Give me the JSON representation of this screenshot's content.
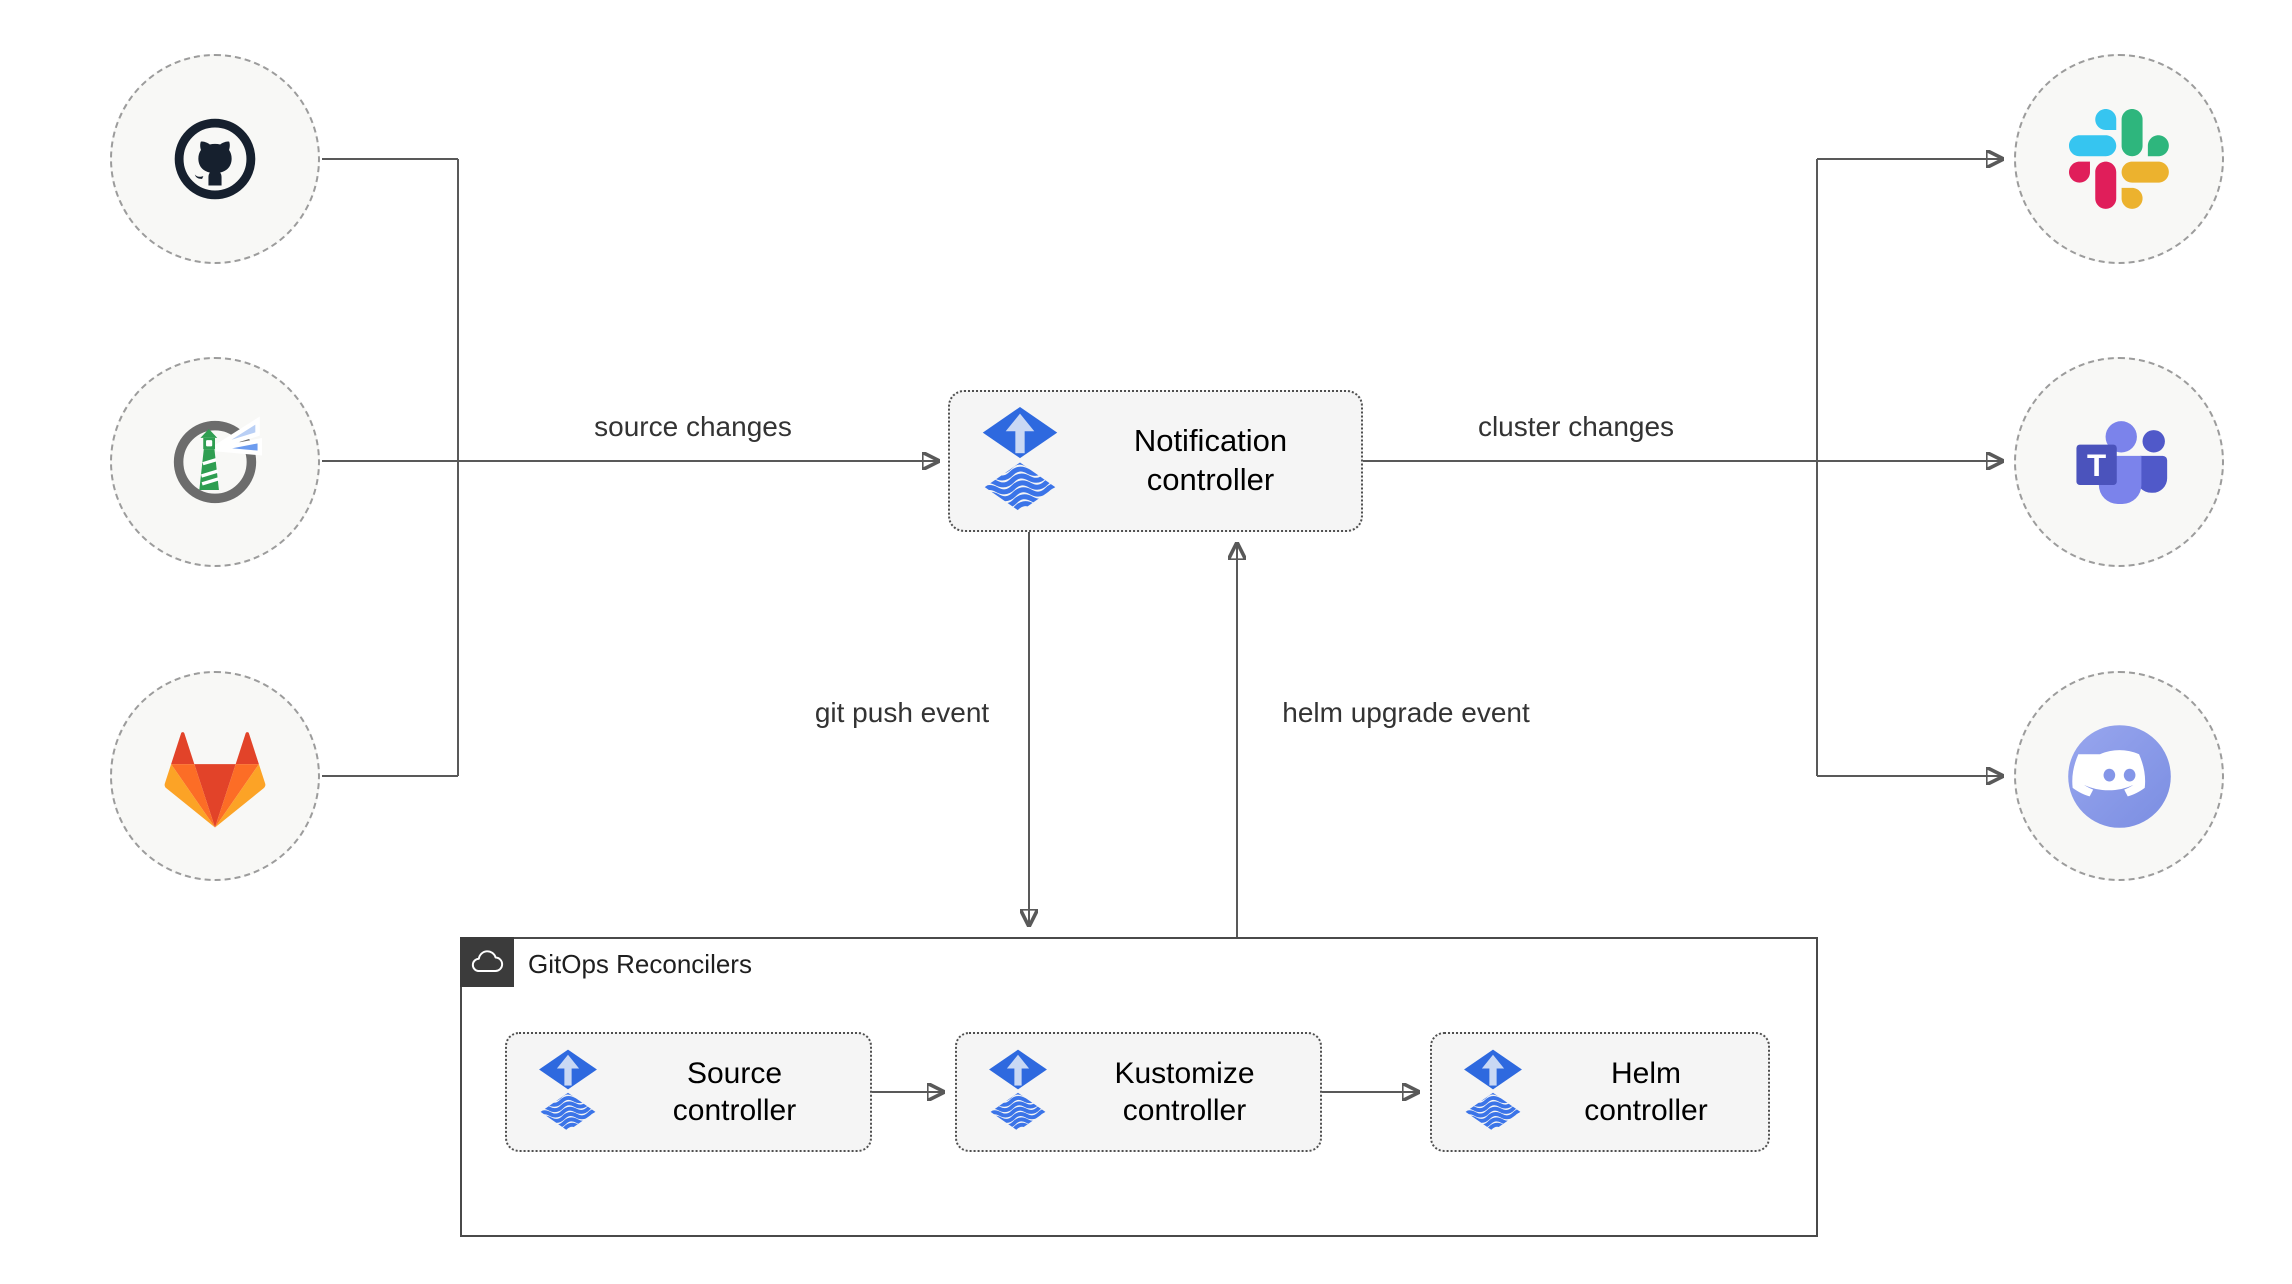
{
  "diagram": {
    "kind": "flowchart",
    "container": {
      "title": "GitOps Reconcilers",
      "badge_icon": "cloud-icon"
    },
    "nodes": {
      "github": {
        "icon": "github-icon"
      },
      "harbor": {
        "icon": "harbor-icon"
      },
      "gitlab": {
        "icon": "gitlab-icon"
      },
      "slack": {
        "icon": "slack-icon"
      },
      "teams": {
        "icon": "microsoft-teams-icon",
        "logo_letter": "T"
      },
      "discord": {
        "icon": "discord-icon"
      },
      "notification_controller": {
        "label": "Notification controller",
        "icon": "flux-logo-icon"
      },
      "source_controller": {
        "label": "Source controller",
        "icon": "flux-logo-icon"
      },
      "kustomize_controller": {
        "label": "Kustomize controller",
        "icon": "flux-logo-icon"
      },
      "helm_controller": {
        "label": "Helm controller",
        "icon": "flux-logo-icon"
      }
    },
    "edges": {
      "source_changes": {
        "from": "github / harbor / gitlab",
        "to": "notification_controller",
        "label": "source changes"
      },
      "cluster_changes": {
        "from": "notification_controller",
        "to": "slack / teams / discord",
        "label": "cluster changes"
      },
      "git_push_event": {
        "from": "notification_controller",
        "to": "gitops_reconcilers",
        "label": "git push event"
      },
      "helm_upgrade_event": {
        "from": "gitops_reconcilers",
        "to": "notification_controller",
        "label": "helm upgrade event"
      },
      "source_to_kustomize": {
        "from": "source_controller",
        "to": "kustomize_controller",
        "label": ""
      },
      "kustomize_to_helm": {
        "from": "kustomize_controller",
        "to": "helm_controller",
        "label": ""
      }
    },
    "colors": {
      "line": "#595959",
      "box_fill": "#f5f5f5",
      "box_border": "#4f4f4f",
      "circle_fill": "#f8f8f6",
      "circle_border": "#9c9c9c",
      "badge_bg": "#3b3b3b",
      "label_text": "#333333",
      "flux_blue": "#2e69df",
      "harbor_green": "#2f9e51",
      "gitlab_red": "#e24329",
      "gitlab_orange": "#fc6d26",
      "gitlab_yellow": "#fca326",
      "slack_blue": "#36c5f0",
      "slack_green": "#2eb67d",
      "slack_red": "#e01e5a",
      "slack_yellow": "#ecb22e",
      "teams_purple": "#5059c9",
      "teams_light_purple": "#7b83eb",
      "discord_blurple": "#8697e6",
      "github_dark": "#16202e"
    }
  }
}
